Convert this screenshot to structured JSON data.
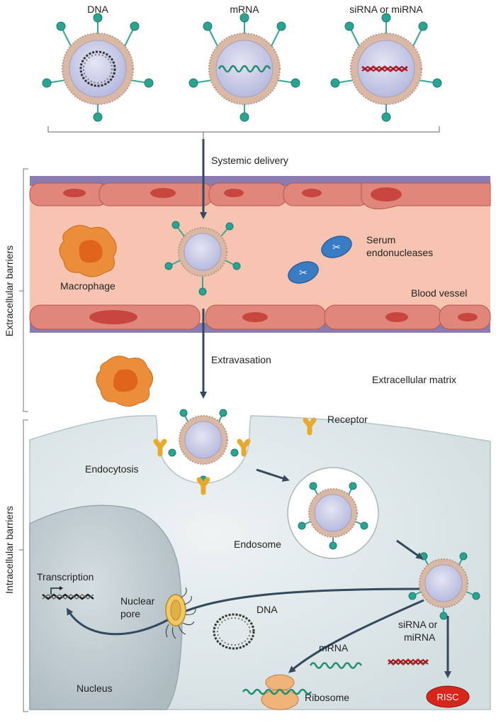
{
  "colors": {
    "vessel_lumen": "#f7c4b2",
    "vessel_wall": "#e0867a",
    "vessel_outer": "#8a7bb0",
    "cell_fill": "#dfe8ea",
    "nucleus_fill": "#c3cfd4",
    "lipid_shell": "#d9b8a6",
    "lipid_core": "#c9cbe6",
    "ligand": "#3aa59a",
    "receptor": "#e8aa2e",
    "macrophage": "#ec8d3a",
    "endonuclease": "#3a7cc4",
    "risc": "#d9261c",
    "ribosome": "#f0b37a",
    "arrow": "#34495e"
  },
  "top": {
    "dna_label": "DNA",
    "mrna_label": "mRNA",
    "sirna_label": "siRNA or miRNA"
  },
  "steps": {
    "systemic_delivery": "Systemic delivery",
    "extravasation": "Extravasation",
    "endocytosis": "Endocytosis",
    "endosome": "Endosome"
  },
  "labels": {
    "macrophage": "Macrophage",
    "serum_line1": "Serum",
    "serum_line2": "endonucleases",
    "blood_vessel": "Blood vessel",
    "extracellular_matrix": "Extracellular matrix",
    "receptor": "Receptor",
    "transcription": "Transcription",
    "nuclear_line1": "Nuclear",
    "nuclear_line2": "pore",
    "dna": "DNA",
    "mrna": "mRNA",
    "sirna_line1": "siRNA or",
    "sirna_line2": "miRNA",
    "nucleus": "Nucleus",
    "ribosome": "Ribosome",
    "risc": "RISC"
  },
  "side_labels": {
    "extracellular": "Extracellular barriers",
    "intracellular": "Intracellular barriers"
  }
}
